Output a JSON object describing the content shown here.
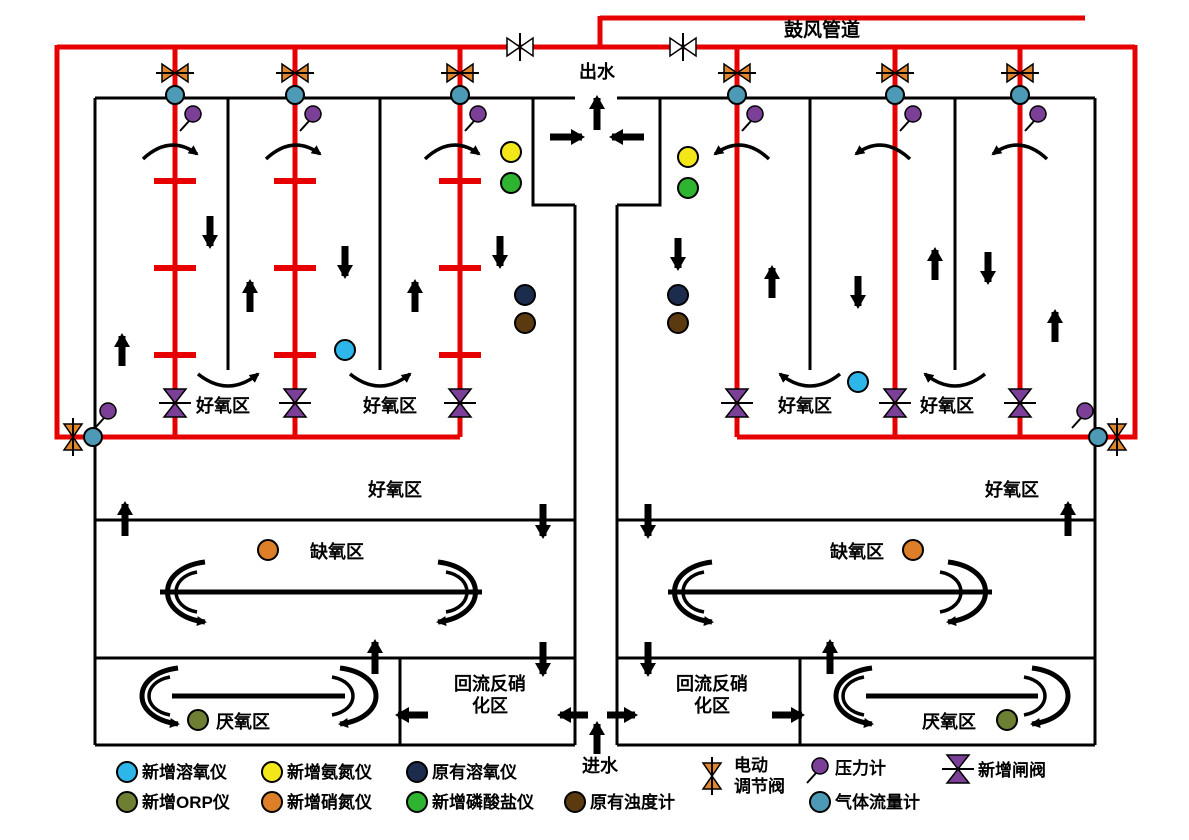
{
  "title": {
    "blower": "鼓风管道",
    "outlet": "出水",
    "inlet": "进水"
  },
  "zones": {
    "aerobic": "好氧区",
    "anoxic": "缺氧区",
    "anaerobic": "厌氧区",
    "reflux_l1": "回流反硝",
    "reflux_l2": "化区"
  },
  "legend": {
    "items": [
      {
        "id": "do-new",
        "label": "新增溶氧仪",
        "color": "#2eb6ea",
        "shape": "circle"
      },
      {
        "id": "orp-new",
        "label": "新增ORP仪",
        "color": "#6d7f32",
        "shape": "circle"
      },
      {
        "id": "nh3-new",
        "label": "新增氨氮仪",
        "color": "#f3e71a",
        "shape": "circle"
      },
      {
        "id": "no3-new",
        "label": "新增硝氮仪",
        "color": "#dd7e28",
        "shape": "circle"
      },
      {
        "id": "do-old",
        "label": "原有溶氧仪",
        "color": "#1c2c4d",
        "shape": "circle"
      },
      {
        "id": "po4-new",
        "label": "新增磷酸盐仪",
        "color": "#2eb430",
        "shape": "circle"
      },
      {
        "id": "turb-old",
        "label": "原有浊度计",
        "color": "#5c3a10",
        "shape": "circle"
      },
      {
        "id": "valve-electric",
        "label_l1": "电动",
        "label_l2": "调节阀",
        "color": "#e1862c",
        "shape": "valve"
      },
      {
        "id": "pressure",
        "label": "压力计",
        "color": "#7b3f98",
        "shape": "gauge"
      },
      {
        "id": "gas-flow",
        "label": "气体流量计",
        "color": "#4c9ab5",
        "shape": "circle"
      },
      {
        "id": "gate-valve-new",
        "label": "新增闸阀",
        "color": "#7b3f98",
        "shape": "gate-valve"
      }
    ]
  },
  "colors": {
    "pipe-red": "#e60000",
    "ink": "#000000"
  }
}
